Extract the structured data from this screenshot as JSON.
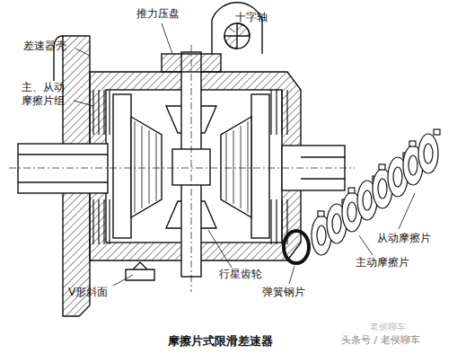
{
  "diagram": {
    "caption": "摩擦片式限滑差速器",
    "labels": [
      "推力压盘",
      "十字轴",
      "差速器壳",
      "主、从动 摩擦片组",
      "从动摩擦片",
      "主动摩擦片",
      "弹簧钢片",
      "行星齿轮",
      "V形斜面",
      "老侯聊车",
      "头条号 / 老侯聊车"
    ]
  }
}
